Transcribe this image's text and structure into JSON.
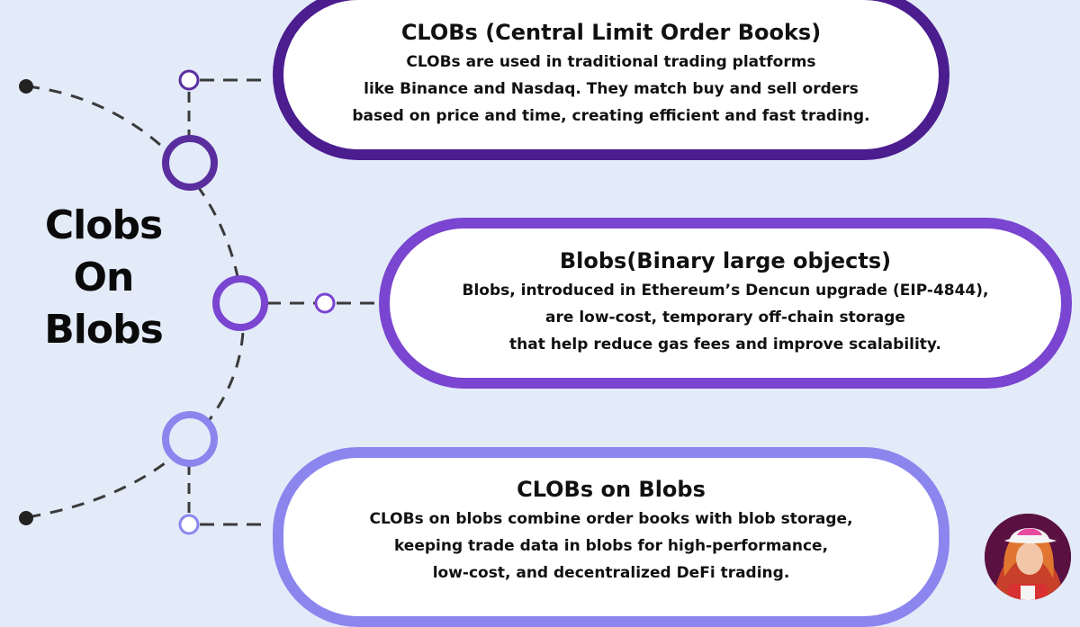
{
  "title_lines": [
    "Clobs",
    "On",
    "Blobs"
  ],
  "cards": [
    {
      "heading": "CLOBs (Central Limit Order Books)",
      "lines": [
        "CLOBs are used in traditional trading platforms",
        "like Binance and Nasdaq. They match buy and sell orders",
        "based on price and time, creating efficient and fast trading."
      ]
    },
    {
      "heading": "Blobs(Binary large objects)",
      "lines": [
        "Blobs, introduced in Ethereum’s Dencun upgrade (EIP-4844),",
        "are low-cost, temporary off-chain storage",
        "that help reduce gas fees and improve scalability."
      ]
    },
    {
      "heading": "CLOBs on Blobs",
      "lines": [
        "CLOBs on blobs combine order books with blob storage,",
        "keeping trade data in blobs for high-performance,",
        "low-cost, and decentralized DeFi trading."
      ]
    }
  ],
  "colors": {
    "background": "#e3ebf9",
    "card_1_border": "#4b1d8f",
    "card_2_border": "#7a45d0",
    "card_3_border": "#8b86ee",
    "connector_line": "#3a3a3a",
    "text": "#111111"
  },
  "icons": [
    "avatar-icon"
  ]
}
